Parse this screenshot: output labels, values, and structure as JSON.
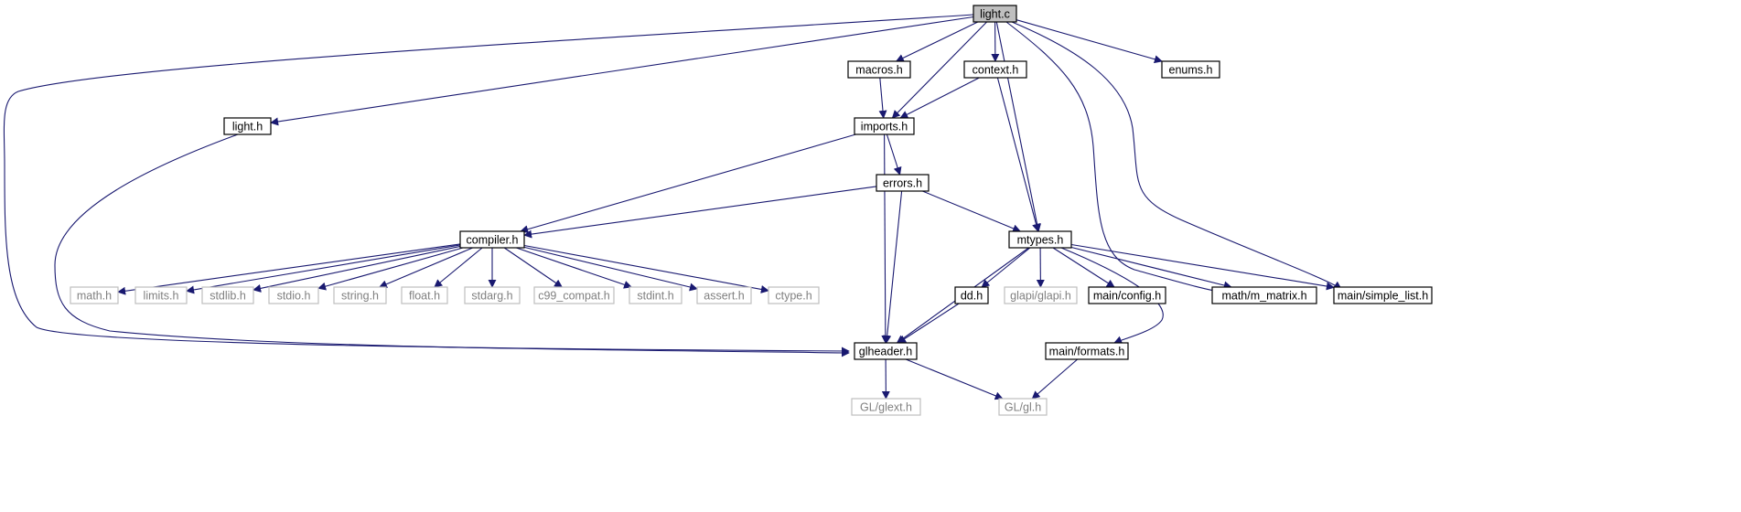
{
  "graph": {
    "colors": {
      "edge": "#191970",
      "node_border": "#000000",
      "node_border_missing": "#bfbfbf",
      "root_fill": "#bfbfbf",
      "text": "#000000",
      "text_missing": "#808080"
    },
    "nodes": [
      {
        "id": "light_c",
        "label": "light.c",
        "root": true
      },
      {
        "id": "macros_h",
        "label": "macros.h"
      },
      {
        "id": "context_h",
        "label": "context.h"
      },
      {
        "id": "enums_h",
        "label": "enums.h"
      },
      {
        "id": "light_h",
        "label": "light.h"
      },
      {
        "id": "imports_h",
        "label": "imports.h"
      },
      {
        "id": "errors_h",
        "label": "errors.h"
      },
      {
        "id": "compiler_h",
        "label": "compiler.h"
      },
      {
        "id": "mtypes_h",
        "label": "mtypes.h"
      },
      {
        "id": "math_h",
        "label": "math.h",
        "missing": true
      },
      {
        "id": "limits_h",
        "label": "limits.h",
        "missing": true
      },
      {
        "id": "stdlib_h",
        "label": "stdlib.h",
        "missing": true
      },
      {
        "id": "stdio_h",
        "label": "stdio.h",
        "missing": true
      },
      {
        "id": "string_h",
        "label": "string.h",
        "missing": true
      },
      {
        "id": "float_h",
        "label": "float.h",
        "missing": true
      },
      {
        "id": "stdarg_h",
        "label": "stdarg.h",
        "missing": true
      },
      {
        "id": "c99_compat_h",
        "label": "c99_compat.h",
        "missing": true
      },
      {
        "id": "stdint_h",
        "label": "stdint.h",
        "missing": true
      },
      {
        "id": "assert_h",
        "label": "assert.h",
        "missing": true
      },
      {
        "id": "ctype_h",
        "label": "ctype.h",
        "missing": true
      },
      {
        "id": "dd_h",
        "label": "dd.h"
      },
      {
        "id": "glapi_h",
        "label": "glapi/glapi.h",
        "missing": true
      },
      {
        "id": "config_h",
        "label": "main/config.h"
      },
      {
        "id": "m_matrix_h",
        "label": "math/m_matrix.h"
      },
      {
        "id": "simple_list_h",
        "label": "main/simple_list.h"
      },
      {
        "id": "glheader_h",
        "label": "glheader.h"
      },
      {
        "id": "formats_h",
        "label": "main/formats.h"
      },
      {
        "id": "glext_h",
        "label": "GL/glext.h",
        "missing": true
      },
      {
        "id": "gl_h",
        "label": "GL/gl.h",
        "missing": true
      }
    ],
    "edges": [
      {
        "from": "light_c",
        "to": "macros_h"
      },
      {
        "from": "light_c",
        "to": "context_h"
      },
      {
        "from": "light_c",
        "to": "enums_h"
      },
      {
        "from": "light_c",
        "to": "light_h"
      },
      {
        "from": "light_c",
        "to": "imports_h"
      },
      {
        "from": "light_c",
        "to": "mtypes_h"
      },
      {
        "from": "light_c",
        "to": "m_matrix_h"
      },
      {
        "from": "light_c",
        "to": "simple_list_h"
      },
      {
        "from": "light_c",
        "to": "glheader_h"
      },
      {
        "from": "macros_h",
        "to": "imports_h"
      },
      {
        "from": "context_h",
        "to": "imports_h"
      },
      {
        "from": "context_h",
        "to": "mtypes_h"
      },
      {
        "from": "light_h",
        "to": "glheader_h"
      },
      {
        "from": "imports_h",
        "to": "compiler_h"
      },
      {
        "from": "imports_h",
        "to": "errors_h"
      },
      {
        "from": "imports_h",
        "to": "glheader_h"
      },
      {
        "from": "errors_h",
        "to": "compiler_h"
      },
      {
        "from": "errors_h",
        "to": "mtypes_h"
      },
      {
        "from": "errors_h",
        "to": "glheader_h"
      },
      {
        "from": "compiler_h",
        "to": "math_h"
      },
      {
        "from": "compiler_h",
        "to": "limits_h"
      },
      {
        "from": "compiler_h",
        "to": "stdlib_h"
      },
      {
        "from": "compiler_h",
        "to": "stdio_h"
      },
      {
        "from": "compiler_h",
        "to": "string_h"
      },
      {
        "from": "compiler_h",
        "to": "float_h"
      },
      {
        "from": "compiler_h",
        "to": "stdarg_h"
      },
      {
        "from": "compiler_h",
        "to": "c99_compat_h"
      },
      {
        "from": "compiler_h",
        "to": "stdint_h"
      },
      {
        "from": "compiler_h",
        "to": "assert_h"
      },
      {
        "from": "compiler_h",
        "to": "ctype_h"
      },
      {
        "from": "mtypes_h",
        "to": "glheader_h"
      },
      {
        "from": "mtypes_h",
        "to": "dd_h"
      },
      {
        "from": "mtypes_h",
        "to": "glapi_h"
      },
      {
        "from": "mtypes_h",
        "to": "config_h"
      },
      {
        "from": "mtypes_h",
        "to": "m_matrix_h"
      },
      {
        "from": "mtypes_h",
        "to": "simple_list_h"
      },
      {
        "from": "mtypes_h",
        "to": "formats_h"
      },
      {
        "from": "dd_h",
        "to": "glheader_h"
      },
      {
        "from": "glheader_h",
        "to": "glext_h"
      },
      {
        "from": "glheader_h",
        "to": "gl_h"
      },
      {
        "from": "formats_h",
        "to": "gl_h"
      }
    ]
  }
}
